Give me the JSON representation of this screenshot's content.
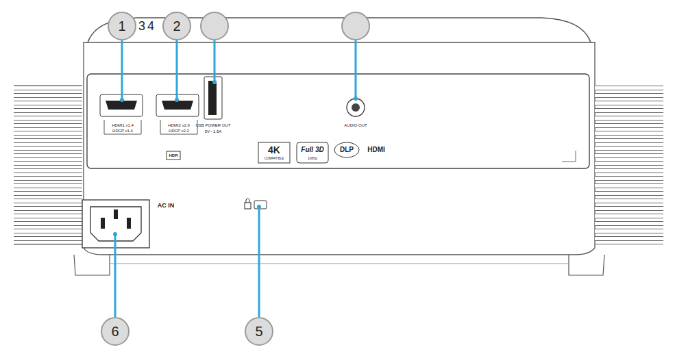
{
  "diagram": {
    "labels": [
      "1",
      "3",
      "4",
      "2",
      "HDMI1 v1.4",
      "HDCP v1.4",
      "HDMI2 v2.0",
      "HDCP v2.2",
      "HDR",
      "USB POWER OUT",
      "5V⎓1.5A",
      "AUDIO OUT",
      "4K",
      "COMPATIBLE",
      "Full 3D",
      "1080p",
      "DLP",
      "HDMI",
      "AC IN",
      "6",
      "5"
    ]
  }
}
